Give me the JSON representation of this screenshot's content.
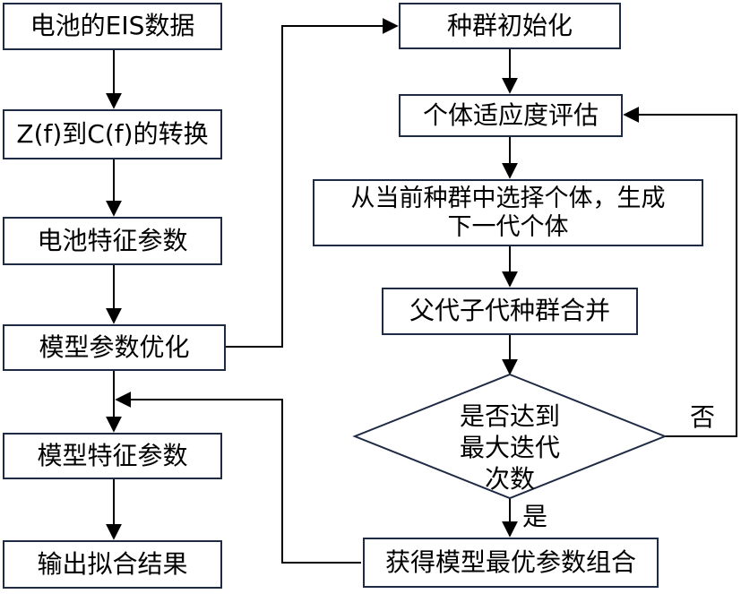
{
  "colors": {
    "stroke": "#1f2a44",
    "fill": "#ffffff",
    "text": "#000000"
  },
  "left_column": {
    "eis_data": "电池的EIS数据",
    "conversion": "Z(f)到C(f)的转换",
    "battery_params": "电池特征参数",
    "model_param_opt": "模型参数优化",
    "model_params": "模型特征参数",
    "output_result": "输出拟合结果"
  },
  "right_column": {
    "init_population": "种群初始化",
    "fitness_eval": "个体适应度评估",
    "select_line1": "从当前种群中选择个体，生成",
    "select_line2": "下一代个体",
    "merge": "父代子代种群合并",
    "decision_line1": "是否达到",
    "decision_line2": "最大迭代",
    "decision_line3": "次数",
    "best_params": "获得模型最优参数组合"
  },
  "edge_labels": {
    "no": "否",
    "yes": "是"
  }
}
